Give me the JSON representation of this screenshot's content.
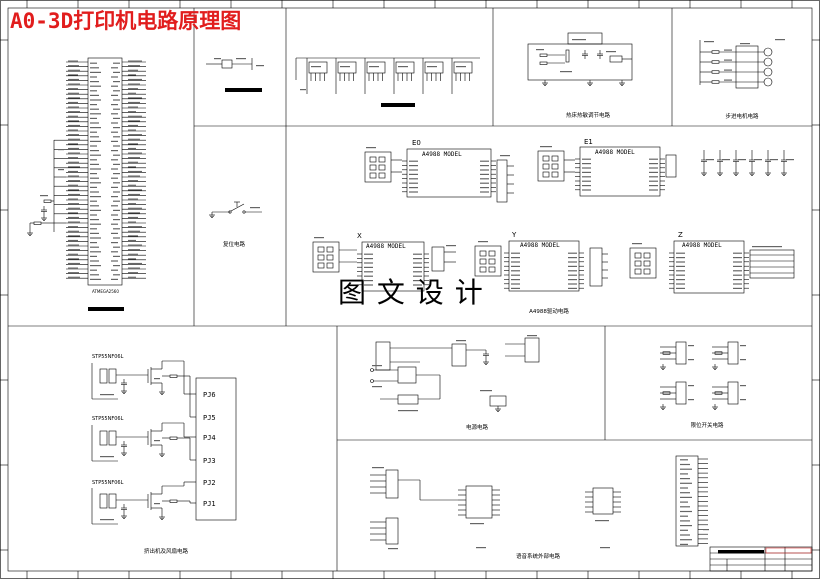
{
  "title": "A0-3D打印机电路原理图",
  "watermark": "图 文 设 计",
  "colors": {
    "title": "#e11d1d",
    "line": "#000000",
    "paper": "#ffffff"
  },
  "mcu": {
    "chip": "ATMEGA2560"
  },
  "captions": {
    "reset": "复位电路",
    "heatbed": "热床热敏调节电路",
    "motor": "步进电机电路",
    "drivers": "A4988驱动电路",
    "power": "电源电路",
    "limit": "限位开关电路",
    "fans": "挤出机及风扇电路",
    "voice": "语音系统外部电路"
  },
  "drivers": {
    "modules": [
      {
        "axis": "E0",
        "model": "A4988 MODEL"
      },
      {
        "axis": "E1",
        "model": "A4988 MODEL"
      },
      {
        "axis": "X",
        "model": "A4988 MODEL"
      },
      {
        "axis": "Y",
        "model": "A4988 MODEL"
      },
      {
        "axis": "Z",
        "model": "A4988 MODEL"
      }
    ]
  },
  "mosfets": {
    "parts": [
      "STP55NF06L",
      "STP55NF06L",
      "STP55NF06L"
    ],
    "ports": [
      "PJ6",
      "PJ5",
      "PJ4",
      "PJ3",
      "PJ2",
      "PJ1"
    ]
  }
}
